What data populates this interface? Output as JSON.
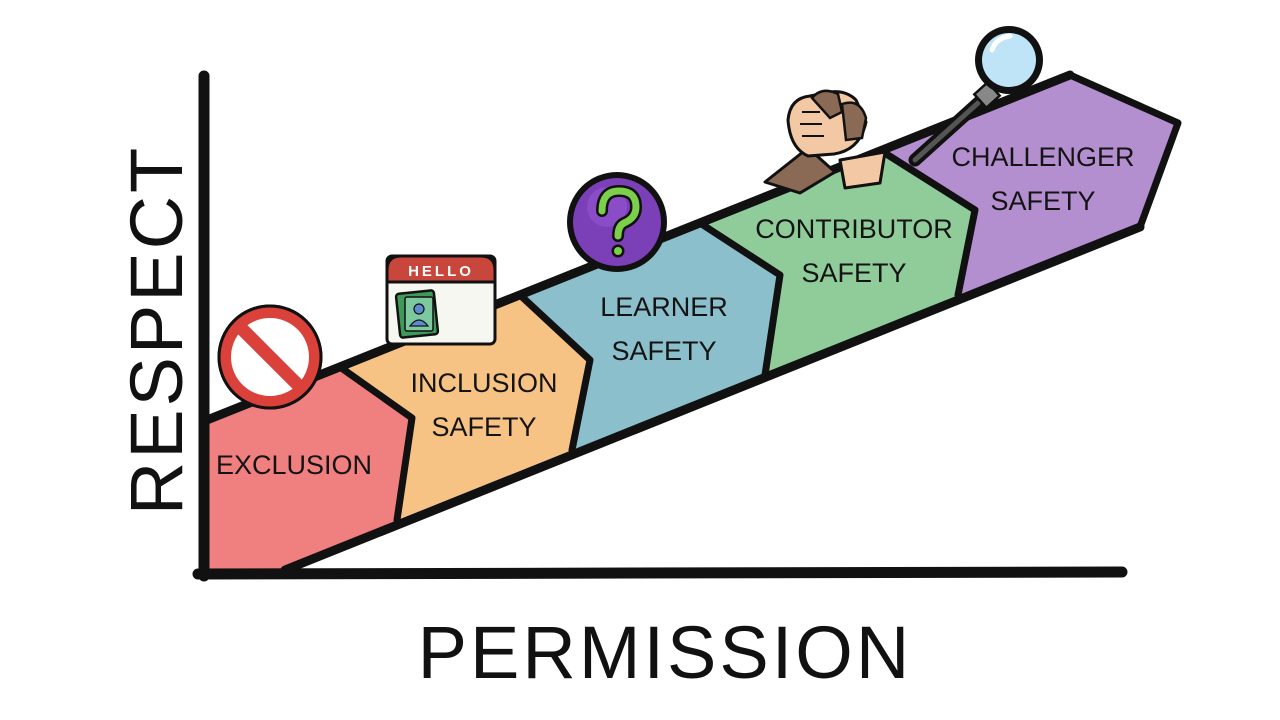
{
  "axes": {
    "x_label": "PERMISSION",
    "y_label": "RESPECT"
  },
  "stages": [
    {
      "line1": "EXCLUSION",
      "line2": "",
      "color": "#f08080",
      "icon": "prohibited-icon"
    },
    {
      "line1": "INCLUSION",
      "line2": "SAFETY",
      "color": "#f7c384",
      "icon": "hello-name-tag-icon"
    },
    {
      "line1": "LEARNER",
      "line2": "SAFETY",
      "color": "#8bbfcb",
      "icon": "question-mark-icon"
    },
    {
      "line1": "CONTRIBUTOR",
      "line2": "SAFETY",
      "color": "#8fcc9a",
      "icon": "handshake-icon"
    },
    {
      "line1": "CHALLENGER",
      "line2": "SAFETY",
      "color": "#b48fcf",
      "icon": "magnifying-glass-icon"
    }
  ],
  "name_tag": {
    "text": "HELLO",
    "header_color": "#c9463d"
  }
}
